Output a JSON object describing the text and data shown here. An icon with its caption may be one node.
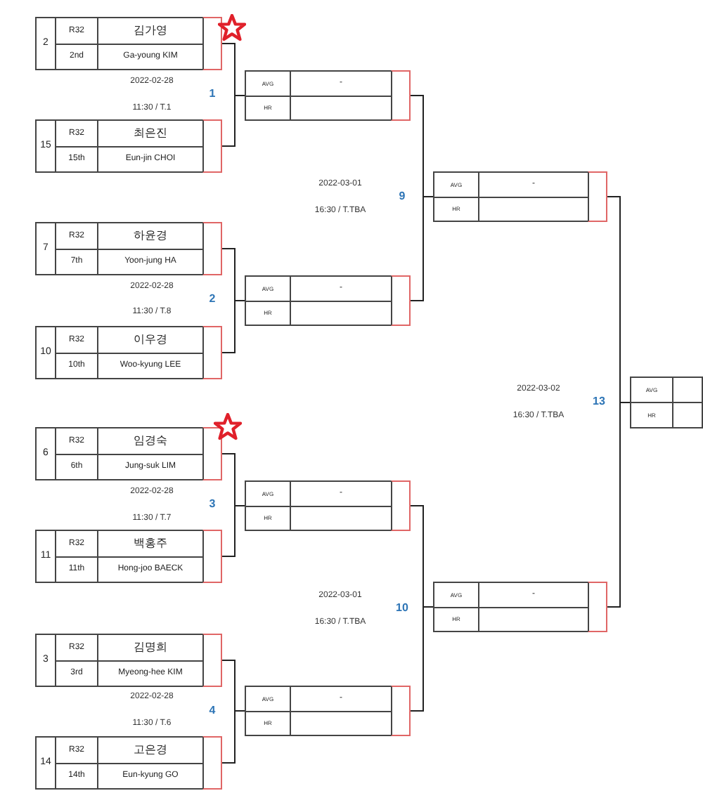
{
  "diagram": {
    "nodes": [
      {
        "text": [
          "2",
          "R32",
          "김가영",
          "2nd",
          "Ga-young KIM"
        ]
      },
      {
        "text": [
          "15",
          "R32",
          "최은진",
          "15th",
          "Eun-jin CHOI"
        ]
      },
      {
        "text": [
          "7",
          "R32",
          "하윤경",
          "7th",
          "Yoon-jung HA"
        ]
      },
      {
        "text": [
          "10",
          "R32",
          "이우경",
          "10th",
          "Woo-kyung LEE"
        ]
      },
      {
        "text": [
          "6",
          "R32",
          "임경숙",
          "6th",
          "Jung-suk LIM"
        ]
      },
      {
        "text": [
          "11",
          "R32",
          "백홍주",
          "11th",
          "Hong-joo BAECK"
        ]
      },
      {
        "text": [
          "3",
          "R32",
          "김명희",
          "3rd",
          "Myeong-hee KIM"
        ]
      },
      {
        "text": [
          "14",
          "R32",
          "고은경",
          "14th",
          "Eun-kyung GO"
        ]
      },
      {
        "text": [
          "AVG",
          "-",
          "HR"
        ]
      },
      {
        "text": [
          "AVG",
          "-",
          "HR"
        ]
      },
      {
        "text": [
          "AVG",
          "-",
          "HR"
        ]
      },
      {
        "text": [
          "AVG",
          "-",
          "HR"
        ]
      },
      {
        "text": [
          "AVG",
          "-",
          "HR"
        ]
      },
      {
        "text": [
          "AVG",
          "-",
          "HR"
        ]
      },
      {
        "text": [
          "AVG",
          "HR"
        ]
      }
    ],
    "edges": [
      {
        "from": 0,
        "to": 8,
        "arrow": "none"
      },
      {
        "from": 1,
        "to": 8,
        "arrow": "none"
      },
      {
        "from": 2,
        "to": 9,
        "arrow": "none"
      },
      {
        "from": 3,
        "to": 9,
        "arrow": "none"
      },
      {
        "from": 4,
        "to": 10,
        "arrow": "none"
      },
      {
        "from": 5,
        "to": 10,
        "arrow": "none"
      },
      {
        "from": 6,
        "to": 11,
        "arrow": "none"
      },
      {
        "from": 7,
        "to": 11,
        "arrow": "none"
      },
      {
        "from": 8,
        "to": 12,
        "arrow": "none"
      },
      {
        "from": 9,
        "to": 12,
        "arrow": "none"
      },
      {
        "from": 10,
        "to": 13,
        "arrow": "none"
      },
      {
        "from": 11,
        "to": 13,
        "arrow": "none"
      },
      {
        "from": 12,
        "to": 14,
        "arrow": "none"
      },
      {
        "from": 13,
        "to": 14,
        "arrow": "none"
      }
    ],
    "labels": [
      "2022-02-28",
      "1",
      "11:30 / T.1",
      "2022-03-01",
      "9",
      "16:30 / T.TBA",
      "2022-02-28",
      "2",
      "11:30 / T.8",
      "2022-03-02",
      "13",
      "16:30 / T.TBA",
      "2022-02-28",
      "3",
      "11:30 / T.7",
      "2022-03-01",
      "10",
      "16:30 / T.TBA",
      "2022-02-28",
      "4",
      "11:30 / T.6"
    ]
  }
}
